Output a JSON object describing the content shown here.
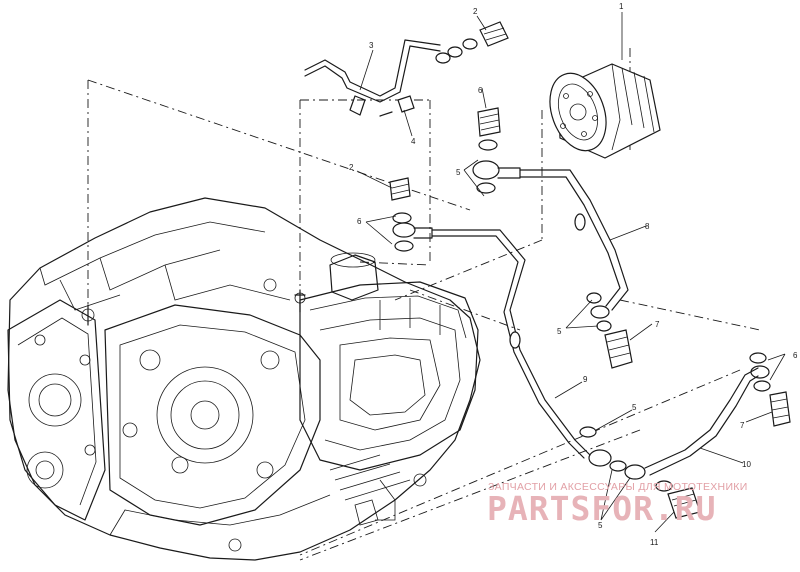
{
  "callouts": {
    "c1": "1",
    "c2a": "2",
    "c2b": "2",
    "c3": "3",
    "c4": "4",
    "c5a": "5",
    "c5b": "5",
    "c5c": "5",
    "c5d": "5",
    "c6a": "6",
    "c6b": "6",
    "c6c": "6",
    "c7a": "7",
    "c7b": "7",
    "c8": "8",
    "c9": "9",
    "c10": "10",
    "c11": "11"
  },
  "watermark": {
    "tagline": "ЗАПЧАСТИ И АКСЕССУАРЫ ДЛЯ МОТОТЕХНИКИ",
    "brand": "PARTSFOR.RU"
  },
  "colors": {
    "line": "#1a1a1a",
    "watermark_small": "#e2a0a6",
    "watermark_big": "#e7b3b8",
    "background": "#ffffff"
  }
}
